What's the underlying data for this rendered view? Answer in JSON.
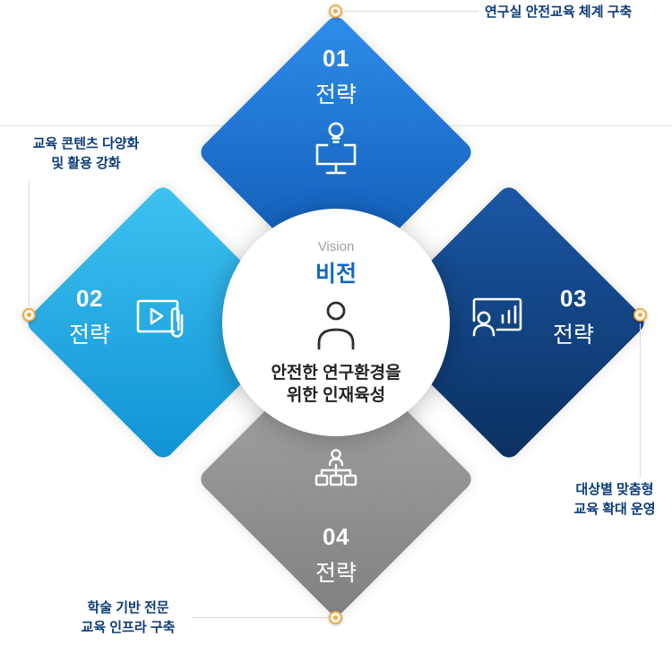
{
  "diagram": {
    "type": "vision-strategy-infographic",
    "colors": {
      "accent_orange": "#F2A93C",
      "callout_navy": "#0B3B7A",
      "diamond_top_blue": "#1568CD",
      "diamond_left_cyan": "#1FA9E4",
      "diamond_right_navy": "#0E3F85",
      "diamond_bottom_gray": "#8F8F8F",
      "vision_blue": "#1566C1"
    }
  },
  "center": {
    "vision_en": "Vision",
    "vision_ko": "비전",
    "desc_line1": "안전한 연구환경을",
    "desc_line2": "위한 인재육성",
    "icon": "person-icon"
  },
  "strategies": [
    {
      "number": "01",
      "label": "전략",
      "icon": "monitor-idea-icon",
      "callout_lines": [
        "연구실 안전교육 체계 구축"
      ]
    },
    {
      "number": "02",
      "label": "전략",
      "icon": "video-content-icon",
      "callout_lines": [
        "교육 콘텐츠 다양화",
        "및 활용 강화"
      ]
    },
    {
      "number": "03",
      "label": "전략",
      "icon": "person-chart-icon",
      "callout_lines": [
        "대상별 맞춤형",
        "교육 확대 운영"
      ]
    },
    {
      "number": "04",
      "label": "전략",
      "icon": "org-chart-icon",
      "callout_lines": [
        "학술 기반 전문",
        "교육 인프라 구축"
      ]
    }
  ]
}
